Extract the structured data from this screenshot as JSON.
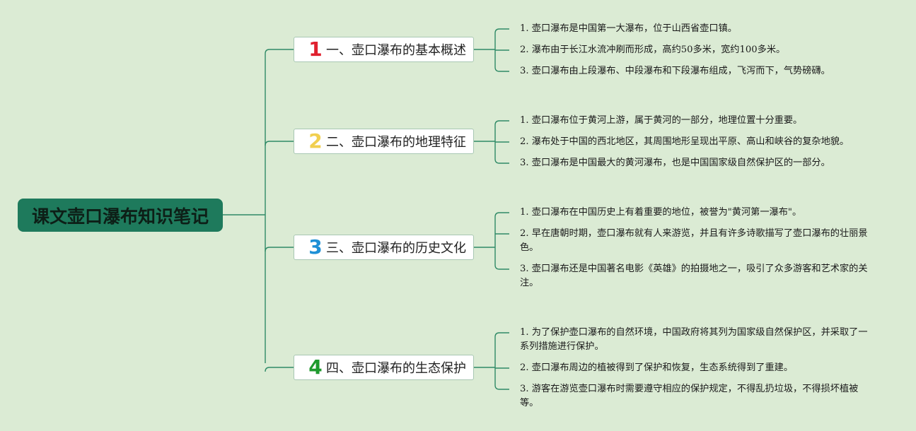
{
  "title": "课文壶口瀑布知识笔记",
  "colors": {
    "background": "#dbebd4",
    "root": "#1e7a5c",
    "line": "#2f8a66",
    "num1": "#e0202e",
    "num2": "#f1cf4f",
    "num3": "#1e90d6",
    "num4": "#1f9a2e"
  },
  "branches": [
    {
      "number": "1",
      "label": "一、壶口瀑布的基本概述",
      "items": [
        "1. 壶口瀑布是中国第一大瀑布，位于山西省壶口镇。",
        "2. 瀑布由于长江水流冲刷而形成，高约50多米，宽约100多米。",
        "3. 壶口瀑布由上段瀑布、中段瀑布和下段瀑布组成，飞泻而下，气势磅礴。"
      ]
    },
    {
      "number": "2",
      "label": "二、壶口瀑布的地理特征",
      "items": [
        "1. 壶口瀑布位于黄河上游，属于黄河的一部分，地理位置十分重要。",
        "2. 瀑布处于中国的西北地区，其周围地形呈现出平原、高山和峡谷的复杂地貌。",
        "3. 壶口瀑布是中国最大的黄河瀑布，也是中国国家级自然保护区的一部分。"
      ]
    },
    {
      "number": "3",
      "label": "三、壶口瀑布的历史文化",
      "items": [
        "1. 壶口瀑布在中国历史上有着重要的地位，被誉为\"黄河第一瀑布\"。",
        "2. 早在唐朝时期，壶口瀑布就有人来游览，并且有许多诗歌描写了壶口瀑布的壮丽景色。",
        "3. 壶口瀑布还是中国著名电影《英雄》的拍摄地之一，吸引了众多游客和艺术家的关注。"
      ]
    },
    {
      "number": "4",
      "label": "四、壶口瀑布的生态保护",
      "items": [
        "1. 为了保护壶口瀑布的自然环境，中国政府将其列为国家级自然保护区，并采取了一系列措施进行保护。",
        "2. 壶口瀑布周边的植被得到了保护和恢复，生态系统得到了重建。",
        "3. 游客在游览壶口瀑布时需要遵守相应的保护规定，不得乱扔垃圾，不得损坏植被等。"
      ]
    }
  ]
}
